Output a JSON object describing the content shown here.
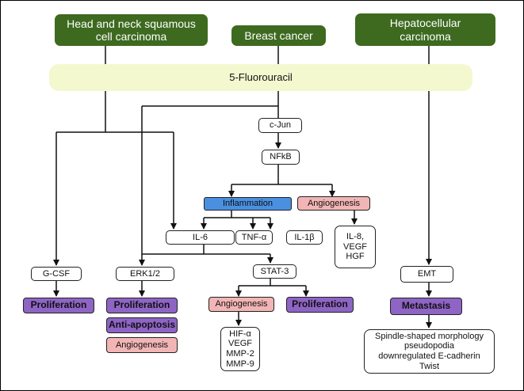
{
  "cancers": {
    "hnscc": [
      "Head and neck squamous",
      "cell carcinoma"
    ],
    "breast": "Breast cancer",
    "hcc": [
      "Hepatocellular",
      "carcinoma"
    ]
  },
  "drug": "5-Fluorouracil",
  "nodes": {
    "cjun": "c-Jun",
    "nfkb": "NFkB",
    "inflammation": "Inflammation",
    "angiogenesis_top": "Angiogenesis",
    "il6": "IL-6",
    "tnfa": "TNF-α",
    "il1b": "IL-1β",
    "angio_factors": [
      "IL-8,",
      "VEGF",
      "HGF"
    ],
    "gcsf": "G-CSF",
    "erk": "ERK1/2",
    "stat3": "STAT-3",
    "emt": "EMT"
  },
  "outcomes": {
    "prolif_gcsf": "Proliferation",
    "prolif_erk": "Proliferation",
    "antiapoptosis": "Anti-apoptosis",
    "angio_erk": "Angiogenesis",
    "angio_stat": "Angiogenesis",
    "prolif_stat": "Proliferation",
    "metastasis": "Metastasis",
    "stat_factors": [
      "HIF-α",
      "VEGF",
      "MMP-2",
      "MMP-9"
    ],
    "emt_features": [
      "Spindle-shaped morphology",
      "pseudopodia",
      "downregulated E-cadherin",
      "Twist"
    ]
  }
}
